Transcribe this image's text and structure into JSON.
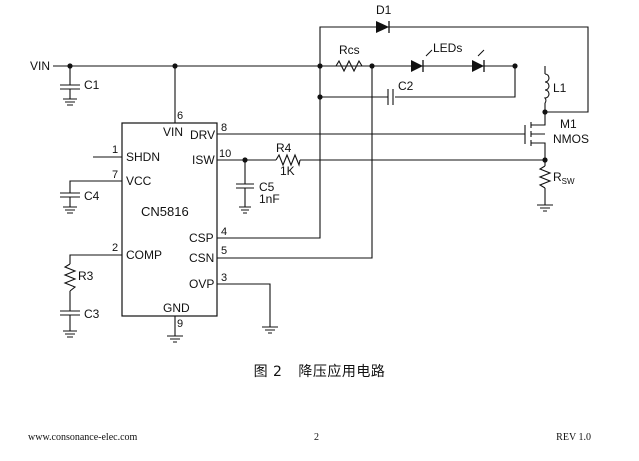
{
  "schematic": {
    "chip": {
      "name": "CN5816",
      "pins": [
        {
          "num": "6",
          "name": "VIN"
        },
        {
          "num": "8",
          "name": "DRV"
        },
        {
          "num": "1",
          "name": "SHDN"
        },
        {
          "num": "10",
          "name": "ISW"
        },
        {
          "num": "7",
          "name": "VCC"
        },
        {
          "num": "4",
          "name": "CSP"
        },
        {
          "num": "5",
          "name": "CSN"
        },
        {
          "num": "2",
          "name": "COMP"
        },
        {
          "num": "3",
          "name": "OVP"
        },
        {
          "num": "9",
          "name": "GND"
        }
      ]
    },
    "labels": {
      "vin": "VIN",
      "c1": "C1",
      "c2": "C2",
      "c3": "C3",
      "c4": "C4",
      "c5": "C5",
      "c5_value": "1nF",
      "r3": "R3",
      "r4": "R4",
      "r4_value": "1K",
      "rcs": "Rcs",
      "leds": "LEDs",
      "d1": "D1",
      "l1": "L1",
      "m1": "M1",
      "m1_type": "NMOS",
      "rsw": "R",
      "rsw_sub": "SW"
    }
  },
  "caption": {
    "number": "图 2",
    "title": "降压应用电路"
  },
  "footer": {
    "website": "www.consonance-elec.com",
    "page": "2",
    "revision": "REV 1.0"
  }
}
